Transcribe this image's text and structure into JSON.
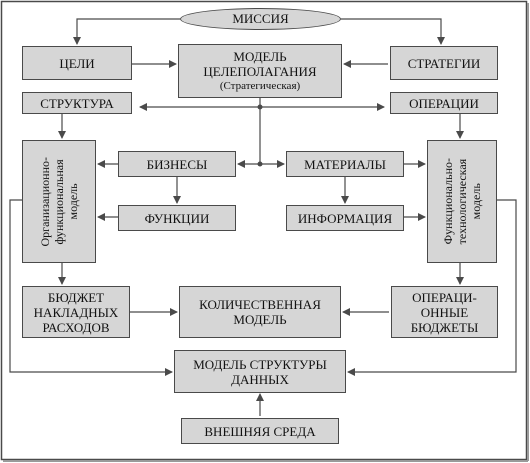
{
  "diagram": {
    "mission": "МИССИЯ",
    "goals": "ЦЕЛИ",
    "goal_model_line1": "МОДЕЛЬ",
    "goal_model_line2": "ЦЕЛЕПОЛАГАНИЯ",
    "goal_model_line3": "(Стратегическая)",
    "strategies": "СТРАТЕГИИ",
    "structure": "СТРУКТУРА",
    "operations": "ОПЕРАЦИИ",
    "org_model_line1": "Организационно-",
    "org_model_line2": "функциональная",
    "org_model_line3": "модель",
    "func_model_line1": "Функционально-",
    "func_model_line2": "технологическая",
    "func_model_line3": "модель",
    "businesses": "БИЗНЕСЫ",
    "materials": "МАТЕРИАЛЫ",
    "functions": "ФУНКЦИИ",
    "information": "ИНФОРМАЦИЯ",
    "budget_line1": "БЮДЖЕТ",
    "budget_line2": "НАКЛАДНЫХ",
    "budget_line3": "РАСХОДОВ",
    "quant_line1": "КОЛИЧЕСТВЕННАЯ",
    "quant_line2": "МОДЕЛЬ",
    "op_budgets_line1": "ОПЕРАЦИ-",
    "op_budgets_line2": "ОННЫЕ",
    "op_budgets_line3": "БЮДЖЕТЫ",
    "data_model_line1": "МОДЕЛЬ СТРУКТУРЫ",
    "data_model_line2": "ДАННЫХ",
    "environment": "ВНЕШНЯЯ СРЕДА"
  },
  "colors": {
    "box_fill": "#d6d6d6",
    "line": "#4a4a4a",
    "background": "#ffffff"
  }
}
